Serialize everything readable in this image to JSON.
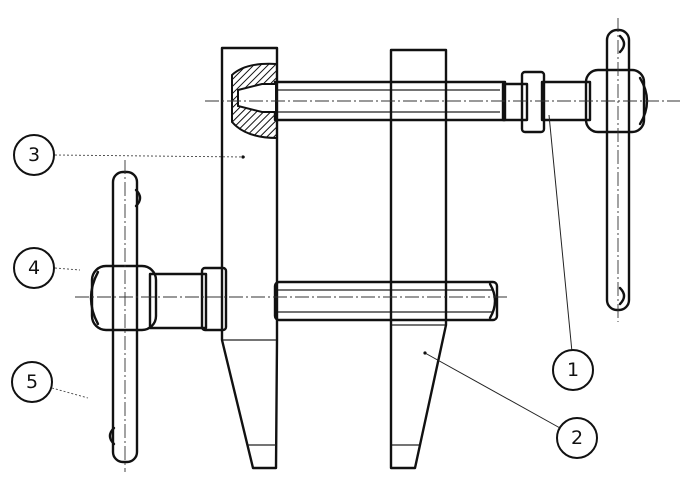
{
  "diagram": {
    "colors": {
      "ink": "#111111",
      "background": "#ffffff",
      "section_hatch": "#111111"
    },
    "callouts": [
      {
        "id": "part-1",
        "label": "1"
      },
      {
        "id": "part-2",
        "label": "2"
      },
      {
        "id": "part-3",
        "label": "3"
      },
      {
        "id": "part-4",
        "label": "4"
      },
      {
        "id": "part-5",
        "label": "5"
      }
    ]
  }
}
